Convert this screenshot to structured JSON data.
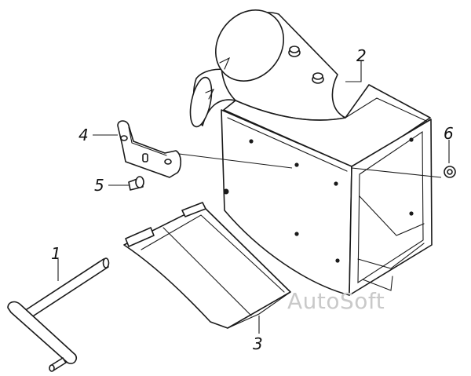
{
  "callouts": {
    "p1": "1",
    "p2": "2",
    "p3": "3",
    "p4": "4",
    "p5": "5",
    "p6": "6"
  },
  "watermark": "AutoSoft"
}
